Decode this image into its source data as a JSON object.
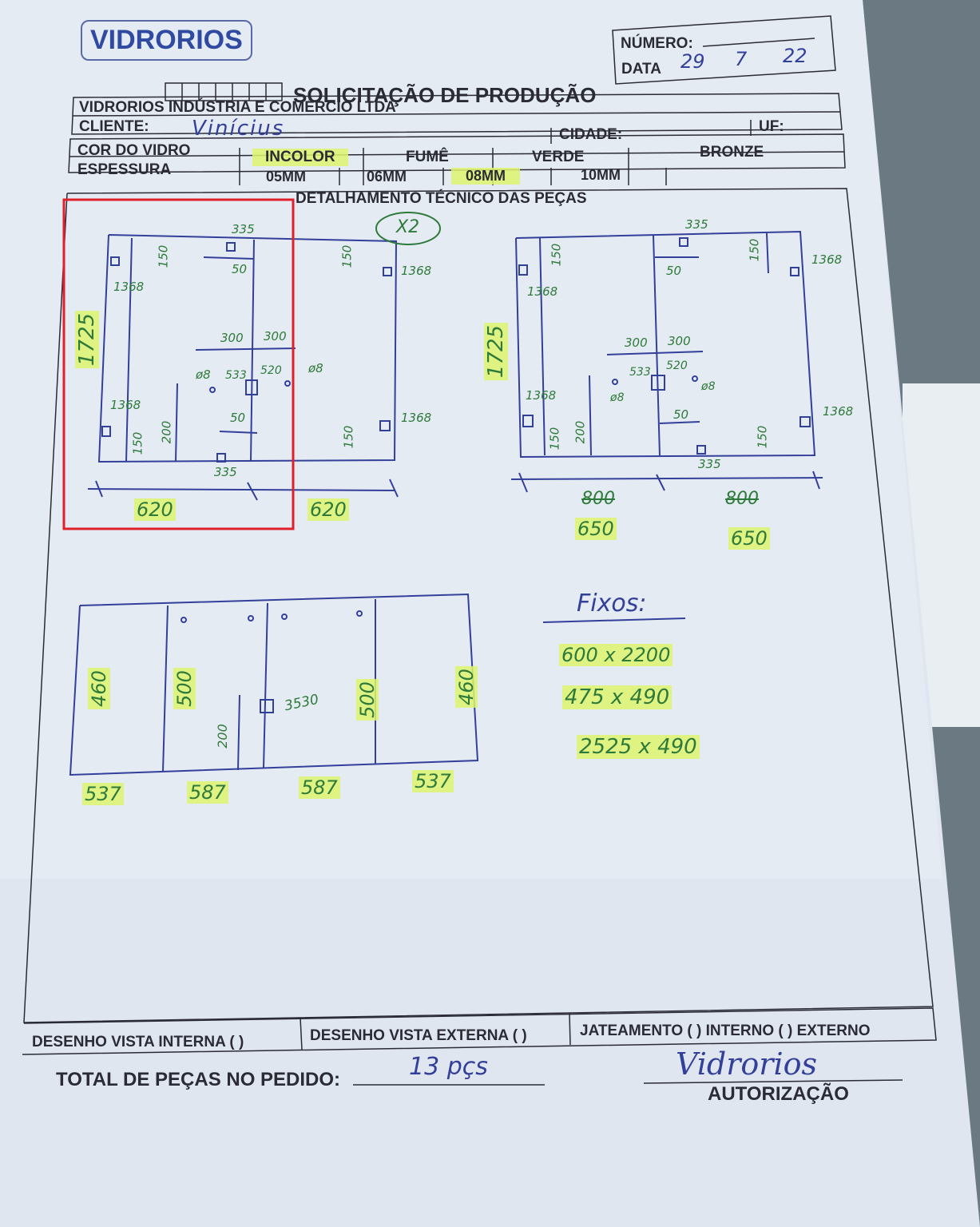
{
  "header": {
    "logo": "VIDRORIOS",
    "numero_label": "NÚMERO:",
    "data_label": "DATA",
    "date_day": "29",
    "date_month": "7",
    "date_year": "22",
    "form_title": "SOLICITAÇÃO DE PRODUÇÃO",
    "company": "VIDRORIOS INDÚSTRIA E COMÉRCIO LTDA",
    "cliente_label": "CLIENTE:",
    "cliente_value": "Vinícius",
    "cidade_label": "CIDADE:",
    "uf_label": "UF:"
  },
  "glass": {
    "cor_label": "COR DO VIDRO",
    "colors": [
      "INCOLOR",
      "FUMÊ",
      "VERDE",
      "BRONZE"
    ],
    "selected_color": "INCOLOR",
    "espessura_label": "ESPESSURA",
    "thicknesses": [
      "05MM",
      "06MM",
      "08MM",
      "10MM"
    ],
    "selected_thickness": "08MM"
  },
  "section_title": "DETALHAMENTO TÉCNICO DAS PEÇAS",
  "drawing1": {
    "qty": "X2",
    "height": "1725",
    "widths": [
      "620",
      "620"
    ],
    "labels": [
      "335",
      "150",
      "50",
      "1368",
      "150",
      "1368",
      "300",
      "300",
      "ø8",
      "533",
      "520",
      "ø8",
      "1368",
      "150",
      "200",
      "50",
      "335",
      "150",
      "1368"
    ]
  },
  "drawing2": {
    "height": "1725",
    "widths_crossed": [
      "800",
      "800"
    ],
    "widths": [
      "650",
      "650"
    ],
    "labels": [
      "335",
      "150",
      "50",
      "150",
      "1368",
      "1368",
      "1368",
      "300",
      "300",
      "533",
      "520",
      "ø8",
      "ø8",
      "1368",
      "150",
      "200",
      "50",
      "150",
      "1368",
      "335"
    ]
  },
  "drawing3": {
    "heights": [
      "460",
      "500",
      "500",
      "460"
    ],
    "widths": [
      "537",
      "587",
      "587",
      "537"
    ],
    "labels": [
      "200",
      "3530"
    ]
  },
  "fixos": {
    "title": "Fixos:",
    "items": [
      "600 x 2200",
      "475 x 490",
      "2525 x 490"
    ]
  },
  "footer": {
    "vista_interna": "DESENHO VISTA INTERNA ( )",
    "vista_externa": "DESENHO VISTA EXTERNA ( )",
    "jateamento": "JATEAMENTO ( ) INTERNO ( ) EXTERNO",
    "total_label": "TOTAL DE PEÇAS NO PEDIDO:",
    "total_value": "13 pçs",
    "autorizacao": "AUTORIZAÇÃO",
    "signature": "Vidrorios"
  },
  "colors": {
    "highlight": "#def56e",
    "handwriting_green": "#2e7a3a",
    "pen_blue": "#33409a",
    "annotation_red": "#e0202a"
  }
}
